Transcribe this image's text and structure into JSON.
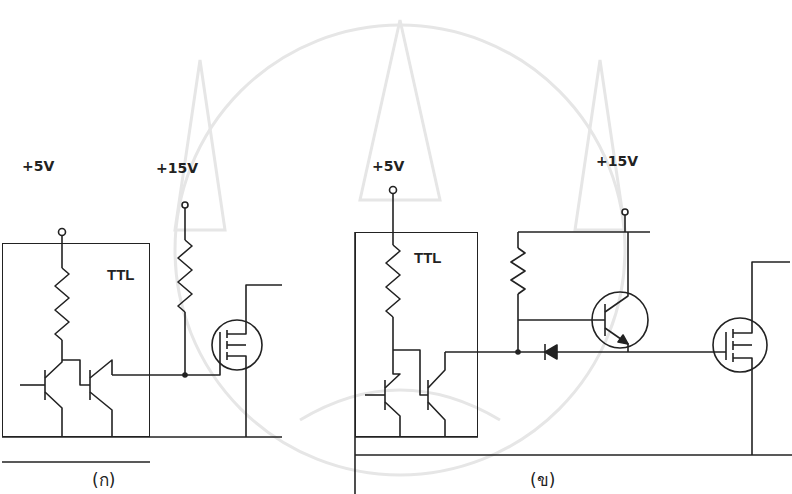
{
  "diagram": {
    "nodes": [
      {
        "text": [
          "TTL"
        ]
      },
      {
        "text": [
          "TTL"
        ]
      }
    ],
    "labels": [
      "+5V",
      "+15V",
      "(ก)",
      "+5V",
      "+15V",
      "(ข)"
    ]
  }
}
